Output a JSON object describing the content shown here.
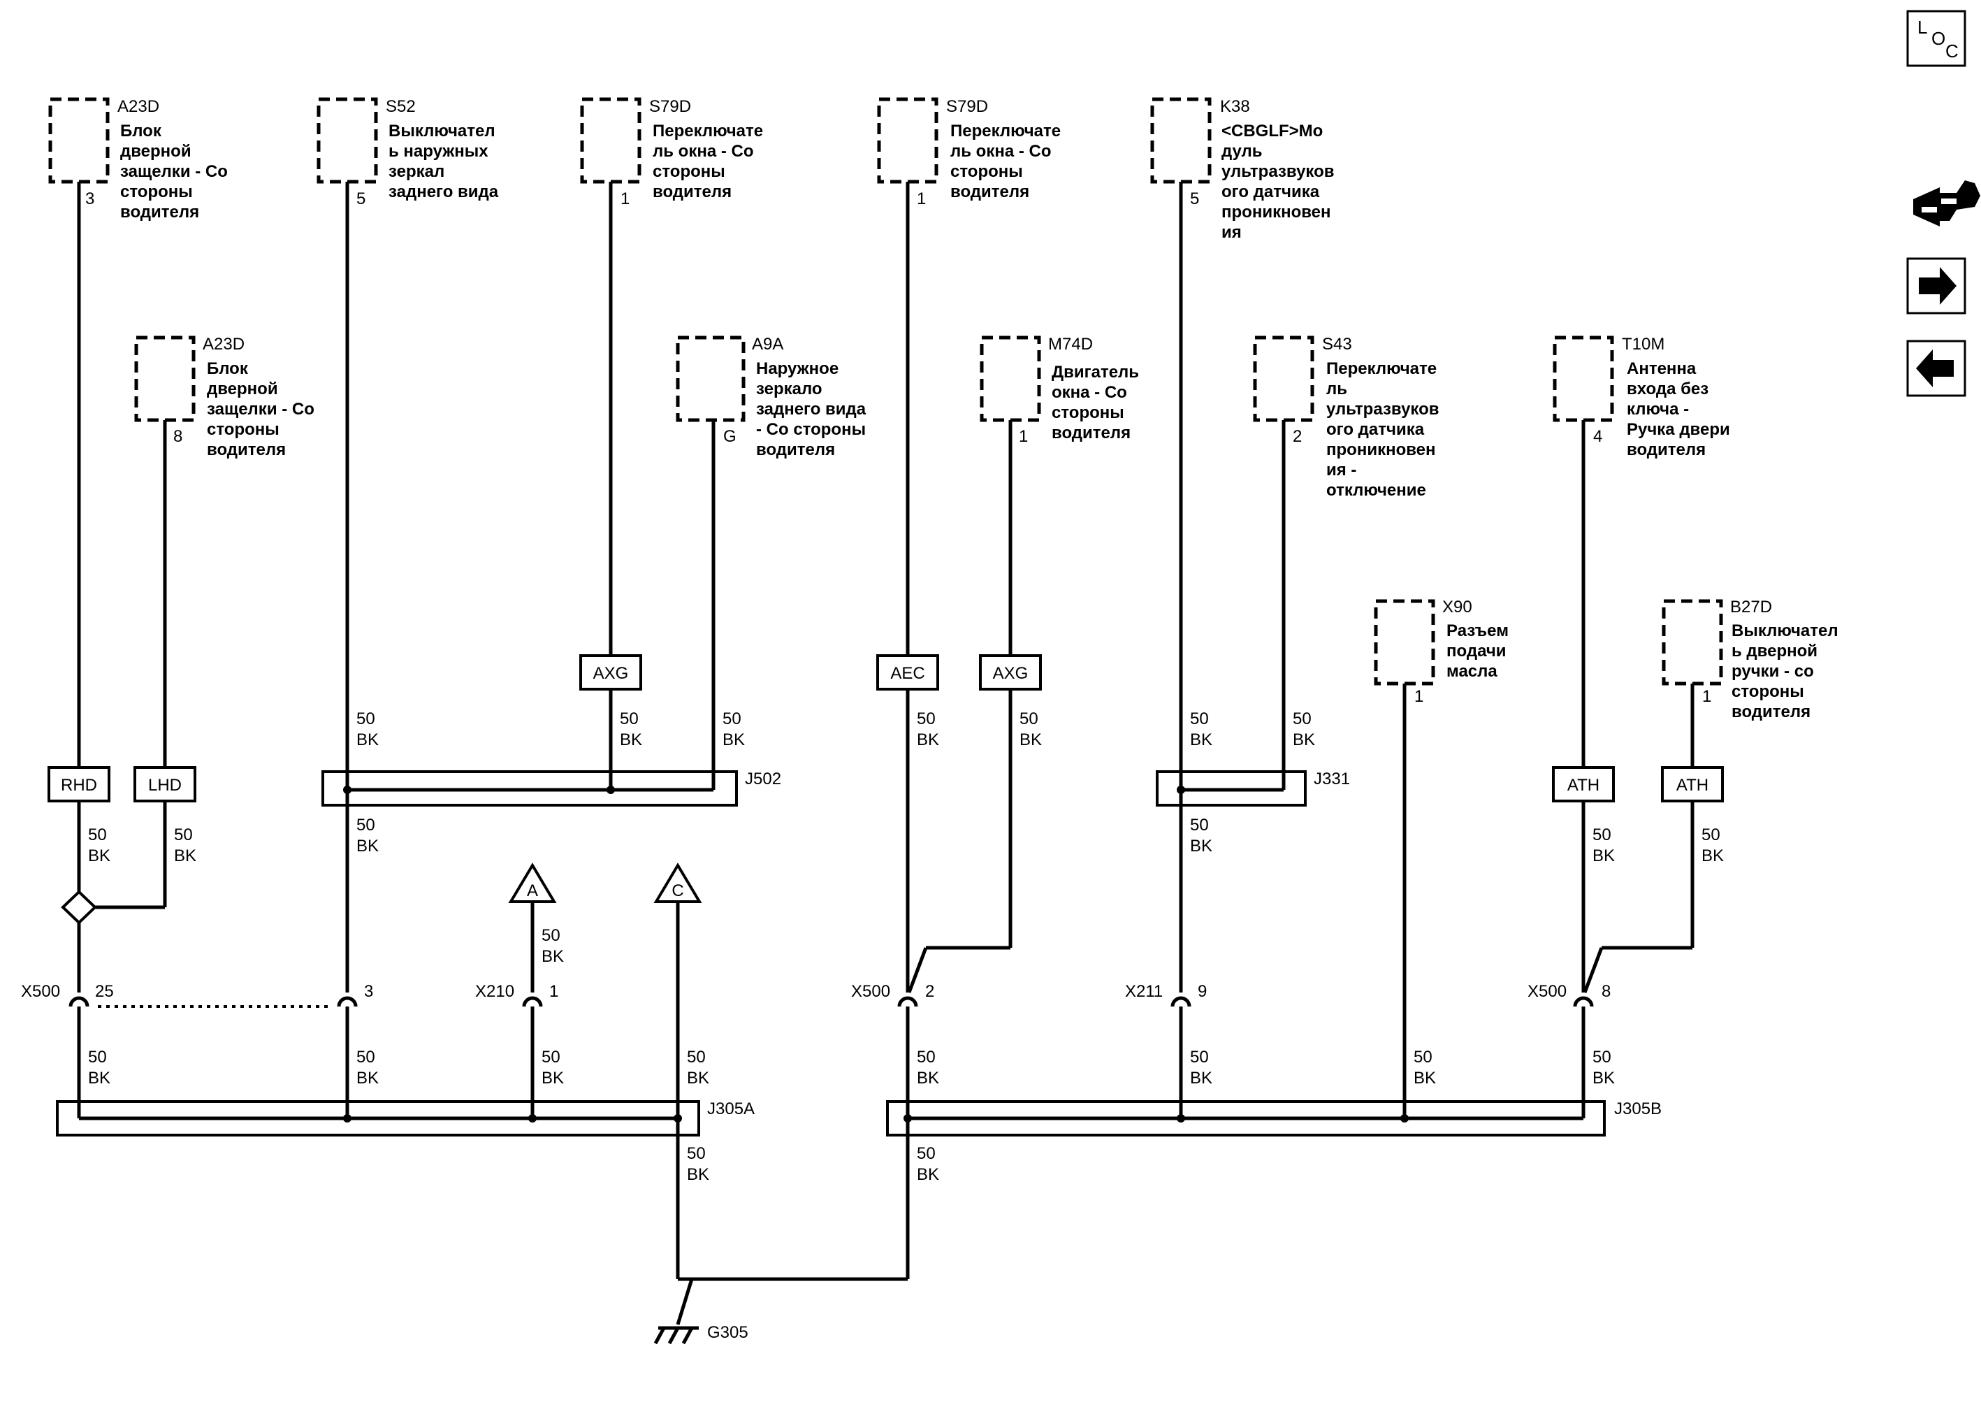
{
  "components": {
    "a23d_top": {
      "ref": "A23D",
      "lines": [
        "Блок",
        "дверной",
        "защелки - Со",
        "стороны",
        "водителя"
      ],
      "pin": "3"
    },
    "a23d_mid": {
      "ref": "A23D",
      "lines": [
        "Блок",
        "дверной",
        "защелки - Со",
        "стороны",
        "водителя"
      ],
      "pin": "8"
    },
    "s52": {
      "ref": "S52",
      "lines": [
        "Выключател",
        "ь наружных",
        "зеркал",
        "заднего вида"
      ],
      "pin": "5"
    },
    "s79d_a": {
      "ref": "S79D",
      "lines": [
        "Переключате",
        "ль окна - Со",
        "стороны",
        "водителя"
      ],
      "pin": "1"
    },
    "a9a": {
      "ref": "A9A",
      "lines": [
        "Наружное",
        "зеркало",
        "заднего вида",
        "- Со стороны",
        "водителя"
      ],
      "pin": "G"
    },
    "s79d_b": {
      "ref": "S79D",
      "lines": [
        "Переключате",
        "ль окна - Со",
        "стороны",
        "водителя"
      ],
      "pin": "1"
    },
    "m74d": {
      "ref": "M74D",
      "lines": [
        "Двигатель",
        "окна - Со",
        "стороны",
        "водителя"
      ],
      "pin": "1"
    },
    "k38": {
      "ref": "K38",
      "lines": [
        "<CBGLF>Мо",
        "дуль",
        "ультразвуков",
        "ого датчика",
        "проникновен",
        "ия"
      ],
      "pin": "5"
    },
    "s43": {
      "ref": "S43",
      "lines": [
        "Переключате",
        "ль",
        "ультразвуков",
        "ого датчика",
        "проникновен",
        "ия -",
        "отключение"
      ],
      "pin": "2"
    },
    "x90": {
      "ref": "X90",
      "lines": [
        "Разъем",
        "подачи",
        "масла"
      ],
      "pin": "1"
    },
    "t10m": {
      "ref": "T10M",
      "lines": [
        "Антенна",
        "входа без",
        "ключа -",
        "Ручка двери",
        "водителя"
      ],
      "pin": "4"
    },
    "b27d": {
      "ref": "B27D",
      "lines": [
        "Выключател",
        "ь дверной",
        "ручки - со",
        "стороны",
        "водителя"
      ],
      "pin": "1"
    }
  },
  "option_labels": {
    "rhd": "RHD",
    "lhd": "LHD",
    "axg_a": "AXG",
    "aec": "AEC",
    "axg_b": "AXG",
    "ath_a": "ATH",
    "ath_b": "ATH"
  },
  "wire": {
    "gauge": "50",
    "color": "BK"
  },
  "splices": {
    "j502": "J502",
    "j331": "J331",
    "j305a": "J305A",
    "j305b": "J305B"
  },
  "connectors": {
    "x500_left": {
      "name": "X500",
      "pins": [
        "25",
        "3"
      ]
    },
    "x210": {
      "name": "X210",
      "pin": "1"
    },
    "x500_mid": {
      "name": "X500",
      "pin": "2"
    },
    "x211": {
      "name": "X211",
      "pin": "9"
    },
    "x500_right": {
      "name": "X500",
      "pin": "8"
    }
  },
  "offpage": {
    "a": "A",
    "c": "C"
  },
  "ground": "G305",
  "loc_button": {
    "l": "L",
    "o": "O",
    "c": "C"
  },
  "nav_icons": [
    "connector-view-icon",
    "arrow-right-icon",
    "arrow-left-icon"
  ]
}
